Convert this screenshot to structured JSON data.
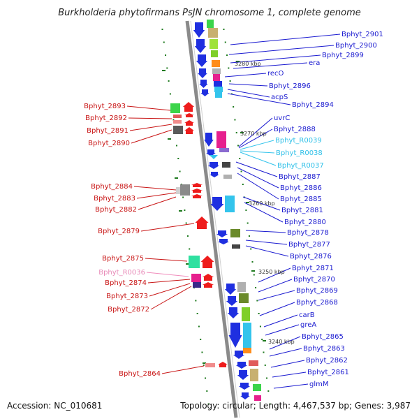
{
  "title": "Burkholderia phytofirmans PsJN chromosome 1, complete genome",
  "footer": {
    "accession_label": "Accession:",
    "accession": "NC_010681",
    "topology_label": "Topology:",
    "topology": "circular",
    "length_label": "Length:",
    "length": "4,467,537 bp",
    "genes_label": "Genes:",
    "genes": "3,987"
  },
  "scale_labels": [
    "3280 kbp",
    "3270 kbp",
    "3260 kbp",
    "3250 kbp",
    "3240 kbp"
  ],
  "right_labels": [
    {
      "text": "Bphyt_2901",
      "kind": "gene"
    },
    {
      "text": "Bphyt_2900",
      "kind": "gene"
    },
    {
      "text": "Bphyt_2899",
      "kind": "gene"
    },
    {
      "text": "era",
      "kind": "gene"
    },
    {
      "text": "recO",
      "kind": "gene"
    },
    {
      "text": "Bphyt_2896",
      "kind": "gene"
    },
    {
      "text": "acpS",
      "kind": "gene"
    },
    {
      "text": "Bphyt_2894",
      "kind": "gene"
    },
    {
      "text": "uvrC",
      "kind": "gene"
    },
    {
      "text": "Bphyt_2888",
      "kind": "gene"
    },
    {
      "text": "Bphyt_R0039",
      "kind": "rna"
    },
    {
      "text": "Bphyt_R0038",
      "kind": "rna"
    },
    {
      "text": "Bphyt_R0037",
      "kind": "rna"
    },
    {
      "text": "Bphyt_2887",
      "kind": "gene"
    },
    {
      "text": "Bphyt_2886",
      "kind": "gene"
    },
    {
      "text": "Bphyt_2885",
      "kind": "gene"
    },
    {
      "text": "Bphyt_2881",
      "kind": "gene"
    },
    {
      "text": "Bphyt_2880",
      "kind": "gene"
    },
    {
      "text": "Bphyt_2878",
      "kind": "gene"
    },
    {
      "text": "Bphyt_2877",
      "kind": "gene"
    },
    {
      "text": "Bphyt_2876",
      "kind": "gene"
    },
    {
      "text": "Bphyt_2871",
      "kind": "gene"
    },
    {
      "text": "Bphyt_2870",
      "kind": "gene"
    },
    {
      "text": "Bphyt_2869",
      "kind": "gene"
    },
    {
      "text": "Bphyt_2868",
      "kind": "gene"
    },
    {
      "text": "carB",
      "kind": "gene"
    },
    {
      "text": "greA",
      "kind": "gene"
    },
    {
      "text": "Bphyt_2865",
      "kind": "gene"
    },
    {
      "text": "Bphyt_2863",
      "kind": "gene"
    },
    {
      "text": "Bphyt_2862",
      "kind": "gene"
    },
    {
      "text": "Bphyt_2861",
      "kind": "gene"
    },
    {
      "text": "glmM",
      "kind": "gene"
    }
  ],
  "left_labels": [
    {
      "text": "Bphyt_2893",
      "kind": "gene"
    },
    {
      "text": "Bphyt_2892",
      "kind": "gene"
    },
    {
      "text": "Bphyt_2891",
      "kind": "gene"
    },
    {
      "text": "Bphyt_2890",
      "kind": "gene"
    },
    {
      "text": "Bphyt_2884",
      "kind": "gene"
    },
    {
      "text": "Bphyt_2883",
      "kind": "gene"
    },
    {
      "text": "Bphyt_2882",
      "kind": "gene"
    },
    {
      "text": "Bphyt_2879",
      "kind": "gene"
    },
    {
      "text": "Bphyt_2875",
      "kind": "gene"
    },
    {
      "text": "Bphyt_R0036",
      "kind": "rna"
    },
    {
      "text": "Bphyt_2874",
      "kind": "gene"
    },
    {
      "text": "Bphyt_2873",
      "kind": "gene"
    },
    {
      "text": "Bphyt_2872",
      "kind": "gene"
    },
    {
      "text": "Bphyt_2864",
      "kind": "gene"
    }
  ],
  "colors": {
    "forward_strand": "#1f2fe0",
    "reverse_strand": "#ee1c1c",
    "rna_forward": "#33c4ec",
    "rna_reverse": "#f08cbc",
    "backbone": "#8a8a8a",
    "tick": "#1e7a1e",
    "label_forward": "#1a1ad0",
    "label_reverse": "#c81414"
  }
}
